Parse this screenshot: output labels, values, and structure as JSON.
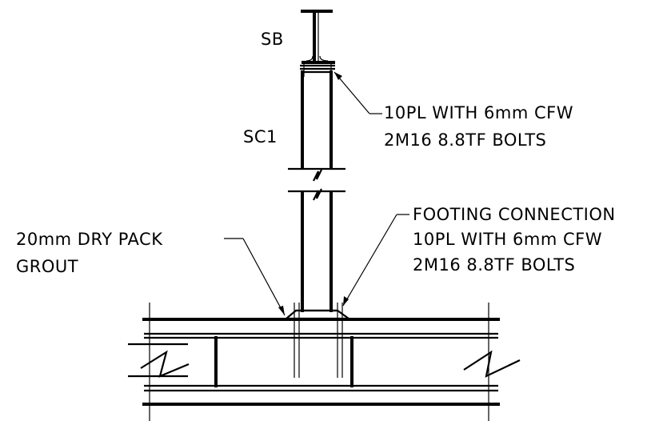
{
  "labels": {
    "sb": "SB",
    "sc1": "SC1",
    "top_connection": [
      "10PL WITH 6mm CFW",
      "2M16 8.8TF BOLTS"
    ],
    "footing_connection": [
      "FOOTING CONNECTION",
      "10PL WITH 6mm CFW",
      "2M16 8.8TF BOLTS"
    ],
    "grout": [
      "20mm DRY PACK",
      "GROUT"
    ]
  }
}
